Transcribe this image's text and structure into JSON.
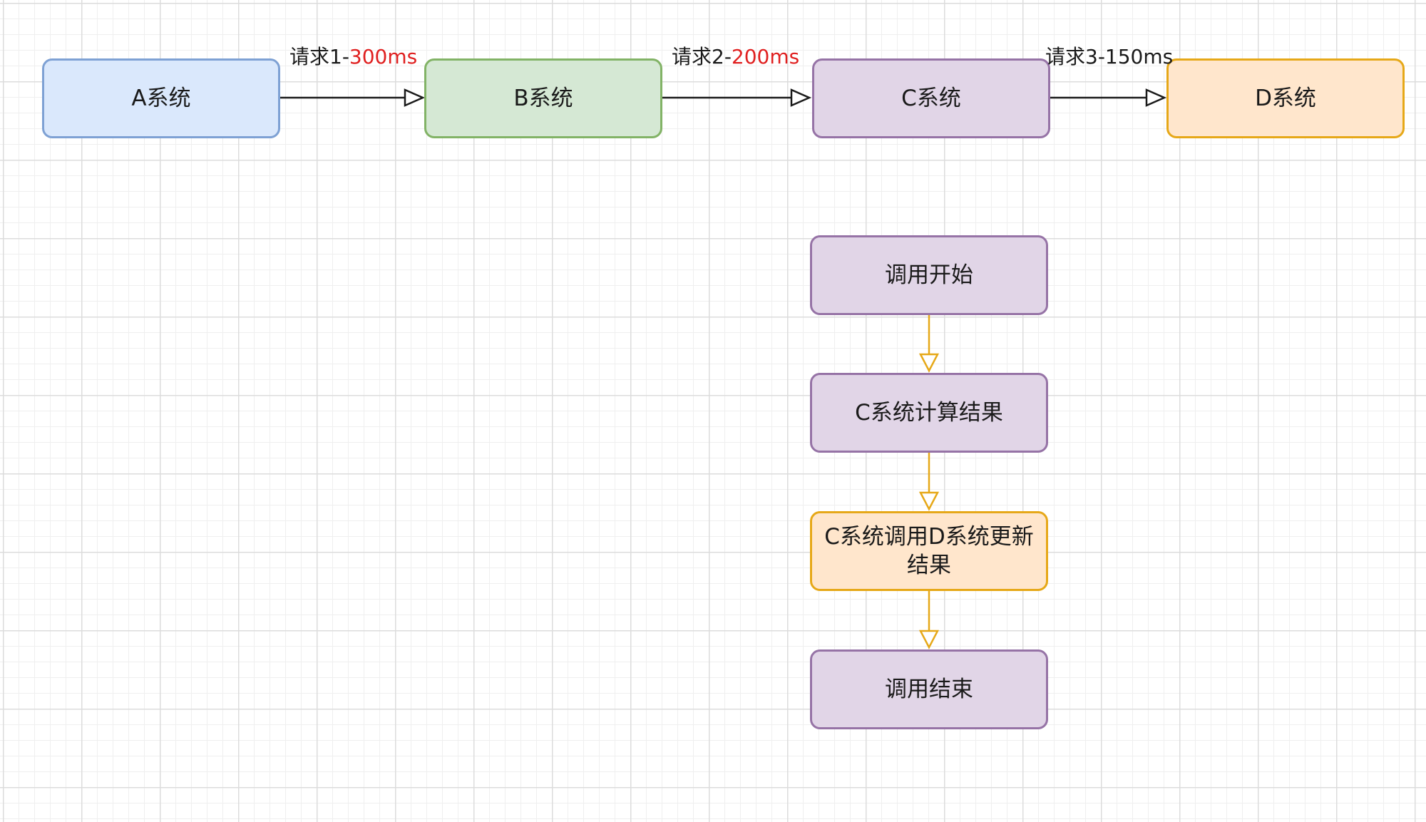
{
  "diagram": {
    "systems": [
      {
        "id": "a",
        "label": "A系统"
      },
      {
        "id": "b",
        "label": "B系统"
      },
      {
        "id": "c",
        "label": "C系统"
      },
      {
        "id": "d",
        "label": "D系统"
      }
    ],
    "requests": [
      {
        "prefix": "请求1-",
        "time": "300ms",
        "time_color": "#e02020"
      },
      {
        "prefix": "请求2-",
        "time": "200ms",
        "time_color": "#e02020"
      },
      {
        "prefix": "请求3-",
        "time": "150ms",
        "time_color": "#1a1a1a"
      }
    ],
    "flow_steps": [
      {
        "label": "调用开始"
      },
      {
        "label": "C系统计算结果"
      },
      {
        "label": "C系统调用D系统更新\n结果"
      },
      {
        "label": "调用结束"
      }
    ],
    "colors": {
      "blue_fill": "#dae8fc",
      "green_fill": "#d5e8d4",
      "purple_fill": "#e1d5e7",
      "orange_fill": "#ffe6cc",
      "flow_arrow": "#e6a818",
      "request_arrow": "#1a1a1a",
      "highlight_text": "#e02020"
    }
  }
}
